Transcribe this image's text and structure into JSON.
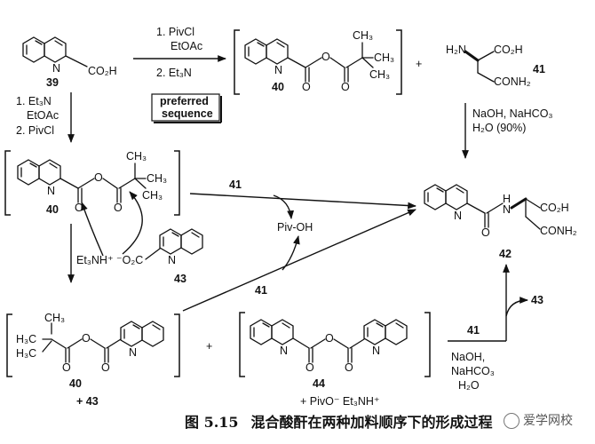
{
  "figure": {
    "caption_number": "图 5.15",
    "caption_text": "混合酸酐在两种加料顺序下的形成过程",
    "watermark": "爱学网校"
  },
  "compounds": {
    "c39": {
      "label": "39",
      "substituent": "CO₂H"
    },
    "c40_top": {
      "label": "40",
      "me1": "CH₃",
      "me2": "CH₃",
      "me3": "CH₃"
    },
    "c41": {
      "label": "41",
      "nh2": "H₂N",
      "co2h": "CO₂H",
      "conh2": "CONH₂"
    },
    "c40_mid": {
      "label": "40",
      "me1": "CH₃",
      "me2": "CH₃",
      "me3": "CH₃"
    },
    "c43_anion": {
      "label": "43",
      "counterion": "Et₃NH⁺ ⁻O₂C"
    },
    "c42": {
      "label": "42",
      "co2h": "CO₂H",
      "conh2": "CONH₂",
      "nh": "H",
      "n": "N"
    },
    "c40_bot": {
      "label": "40",
      "me": "CH₃",
      "h3c1": "H₃C",
      "h3c2": "H₃C"
    },
    "c44": {
      "label": "44"
    },
    "ring_n": "N",
    "carbonyl_o": "O"
  },
  "conditions": {
    "top_step1": "1. PivCl",
    "top_step1_solvent": "EtOAc",
    "top_step2": "2. Et₃N",
    "preferred": [
      "preferred",
      "sequence"
    ],
    "left_step1": "1. Et₃N",
    "left_step1_solvent": "EtOAc",
    "left_step2": "2. PivCl",
    "right_reagents": "NaOH, NaHCO₃",
    "right_solvent": "H₂O (90%)",
    "mid_reagent_41": "41",
    "piv_oh": "Piv-OH",
    "diag_reagent_41": "41",
    "bottom_reagent_41": "41",
    "bottom_reagents": [
      "NaOH,",
      "NaHCO₃",
      "H₂O"
    ],
    "byproduct_43": "43"
  },
  "extras": {
    "plus_top": "+",
    "plus_bottom_mid": "+",
    "plus_43": "+ 43",
    "piv_salt": "+ PivO⁻ Et₃NH⁺"
  }
}
